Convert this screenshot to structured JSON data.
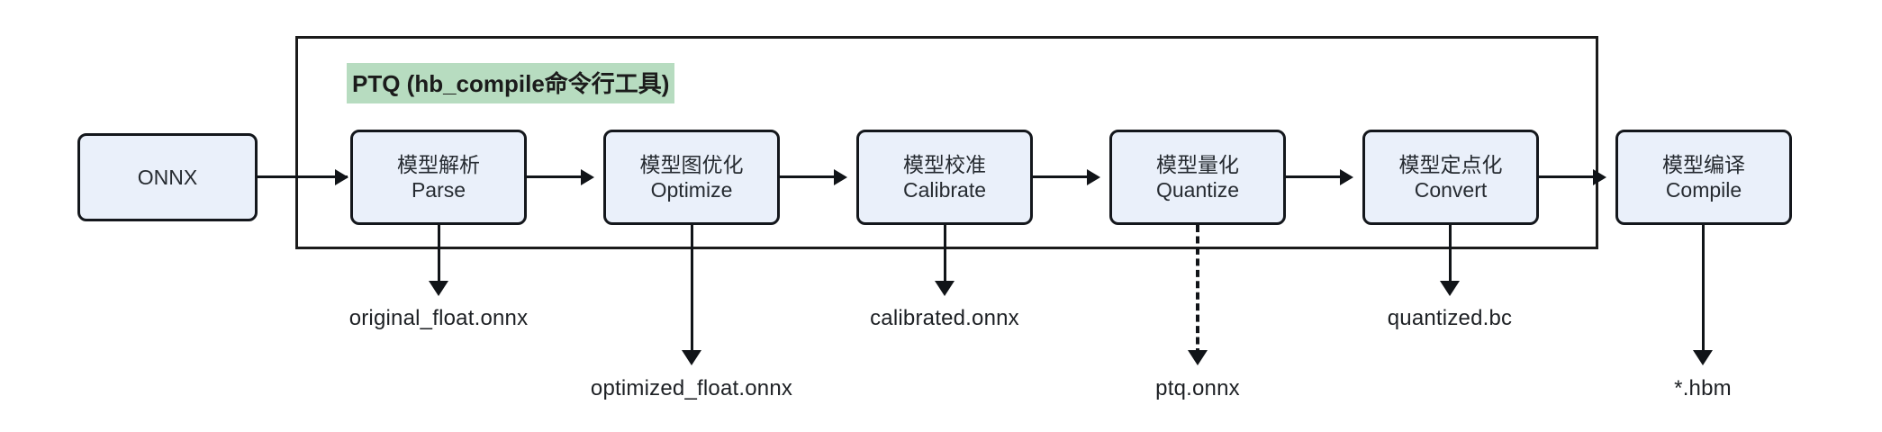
{
  "diagram": {
    "type": "flowchart",
    "title": "PTQ (hb_compile命令行工具)",
    "container_label": "PTQ (hb_compile命令行工具)",
    "highlight_color": "#b7dcc0",
    "node_fill": "#eaf0fa",
    "node_stroke": "#14171c",
    "line_color": "#111418",
    "background": "#ffffff"
  },
  "input": {
    "label": "ONNX"
  },
  "stages": [
    {
      "cn": "模型解析",
      "en": "Parse"
    },
    {
      "cn": "模型图优化",
      "en": "Optimize"
    },
    {
      "cn": "模型校准",
      "en": "Calibrate"
    },
    {
      "cn": "模型量化",
      "en": "Quantize"
    },
    {
      "cn": "模型定点化",
      "en": "Convert"
    },
    {
      "cn": "模型编译",
      "en": "Compile"
    }
  ],
  "outputs": [
    {
      "from": "Parse",
      "label": "original_float.onnx",
      "style": "solid",
      "row": "upper"
    },
    {
      "from": "Optimize",
      "label": "optimized_float.onnx",
      "style": "solid",
      "row": "lower"
    },
    {
      "from": "Calibrate",
      "label": "calibrated.onnx",
      "style": "solid",
      "row": "upper"
    },
    {
      "from": "Quantize",
      "label": "ptq.onnx",
      "style": "dashed",
      "row": "lower"
    },
    {
      "from": "Convert",
      "label": "quantized.bc",
      "style": "solid",
      "row": "upper"
    },
    {
      "from": "Compile",
      "label": "*.hbm",
      "style": "solid",
      "row": "lower"
    }
  ]
}
